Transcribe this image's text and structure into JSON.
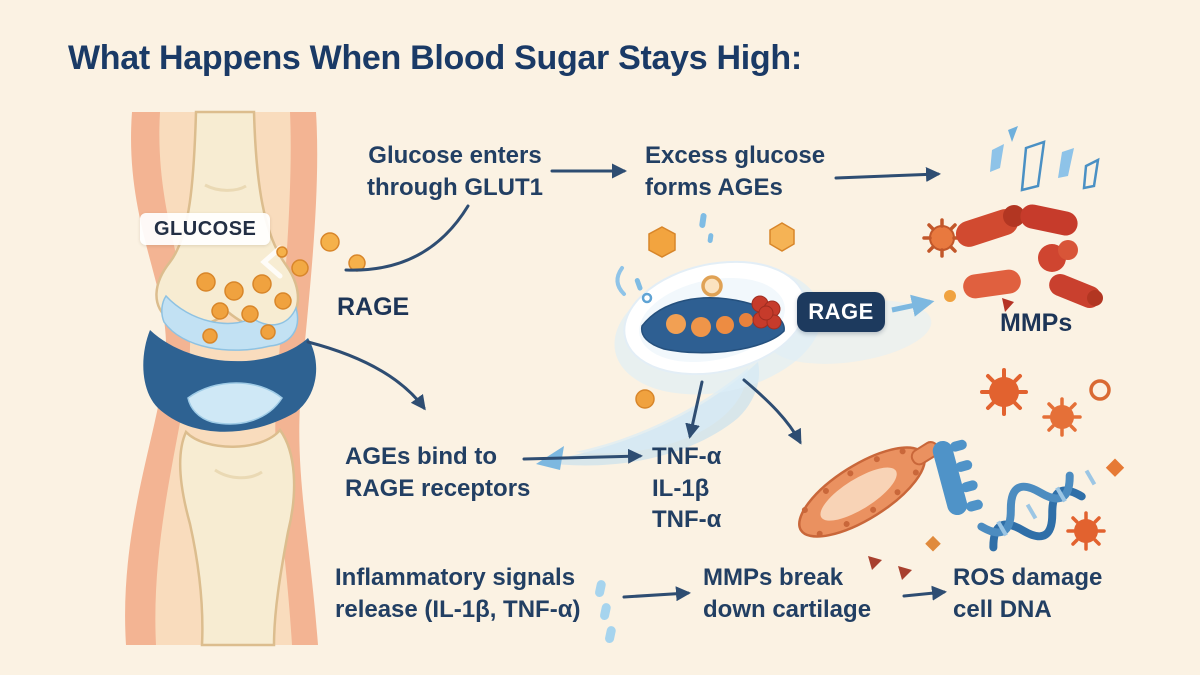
{
  "title": "What Happens When Blood Sugar Stays High:",
  "knee": {
    "glucose_label": "GLUCOSE",
    "rage_label": "RAGE"
  },
  "flow": {
    "step1": "Glucose enters\nthrough GLUT1",
    "step2": "Excess glucose\nforms AGEs",
    "step3": "AGEs bind to\nRAGE receptors",
    "cytokines": "TNF-α\nIL-1β\nTNF-α",
    "step4": "Inflammatory signals\nrelease (IL-1β, TNF-α)",
    "step5": "MMPs break\ndown cartilage",
    "step6": "ROS damage\ncell DNA",
    "rage_badge": "RAGE",
    "mmps_label": "MMPs"
  },
  "icons": {
    "glucose_dot": "orange-circle",
    "age_crystals": "blue-shards",
    "mmp_enzymes": "red-capsule-blobs",
    "ros_particles": "orange-spiky-circles",
    "dna": "blue-double-helix",
    "cartilage_fragment": "orange-textured-oval",
    "cell": "synovial-cell-blob",
    "knee": "knee-joint-cross-section"
  },
  "colors": {
    "background": "#fbf2e3",
    "text": "#223f63",
    "badge_bg": "#1d3a5e",
    "accent_orange": "#f0a23f",
    "accent_red": "#c93a2e",
    "accent_blue": "#7db8e0",
    "joint_blue": "#2e6292"
  }
}
